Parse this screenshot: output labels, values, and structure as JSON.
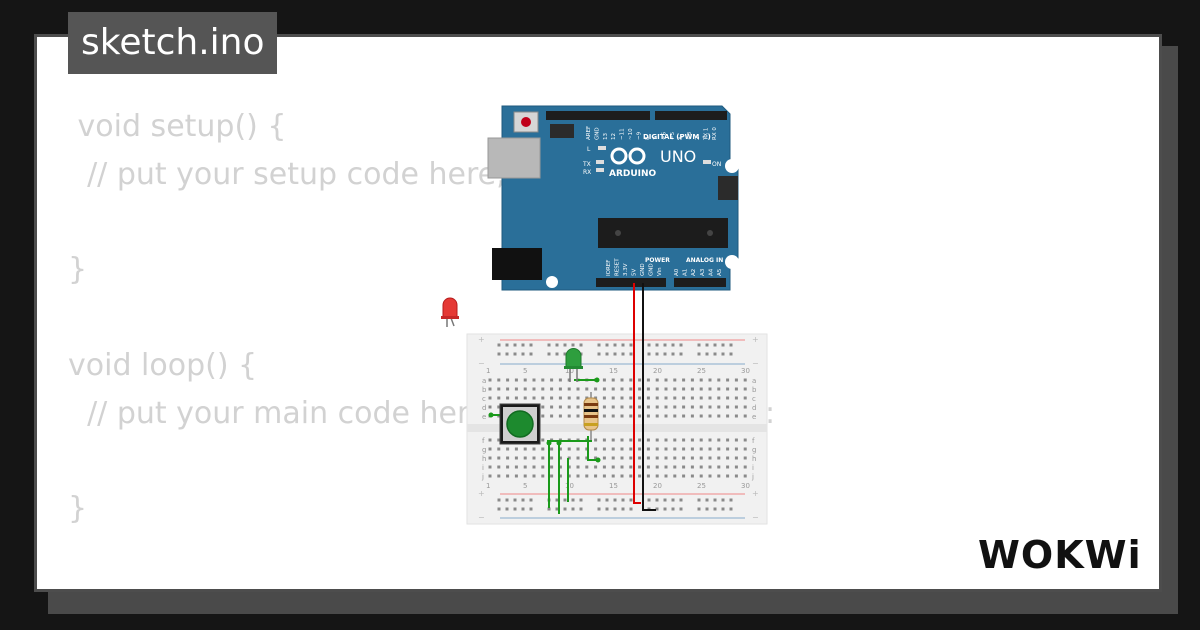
{
  "tab": {
    "filename": "sketch.ino"
  },
  "code": {
    "lines": [
      " void setup() {",
      "  // put your setup code here, to run once:",
      "",
      "}",
      "",
      "void loop() {",
      "  // put your main code here, to run repeatedly:",
      "",
      "}"
    ]
  },
  "board": {
    "brand": "ARDUINO",
    "model": "UNO",
    "digital_label": "DIGITAL (PWM ~)",
    "power_label": "POWER",
    "analog_label": "ANALOG IN",
    "on_label": "ON",
    "tx_label": "TX",
    "rx_label": "RX",
    "l_label": "L",
    "digital_pins": [
      "AREF",
      "GND",
      "13",
      "12",
      "~11",
      "~10",
      "~9",
      "8",
      "7",
      "~6",
      "~5",
      "4",
      "~3",
      "2",
      "TX 1",
      "RX 0"
    ],
    "power_pins": [
      "IOREF",
      "RESET",
      "3.3V",
      "5V",
      "GND",
      "GND",
      "Vin"
    ],
    "analog_pins": [
      "A0",
      "A1",
      "A2",
      "A3",
      "A4",
      "A5"
    ]
  },
  "breadboard": {
    "column_numbers": [
      "1",
      "5",
      "10",
      "15",
      "20",
      "25",
      "30"
    ],
    "row_letters_top": [
      "a",
      "b",
      "c",
      "d",
      "e"
    ],
    "row_letters_bottom": [
      "f",
      "g",
      "h",
      "i",
      "j"
    ]
  },
  "brand_logo": {
    "text": "WOKWi"
  },
  "colors": {
    "board_blue": "#2a6f99",
    "wire_red": "#dd0000",
    "wire_black": "#111111",
    "wire_green": "#1a9a1a",
    "led_red": "#e53935",
    "led_green": "#2e9e3e",
    "button_green": "#1d8a2e"
  }
}
